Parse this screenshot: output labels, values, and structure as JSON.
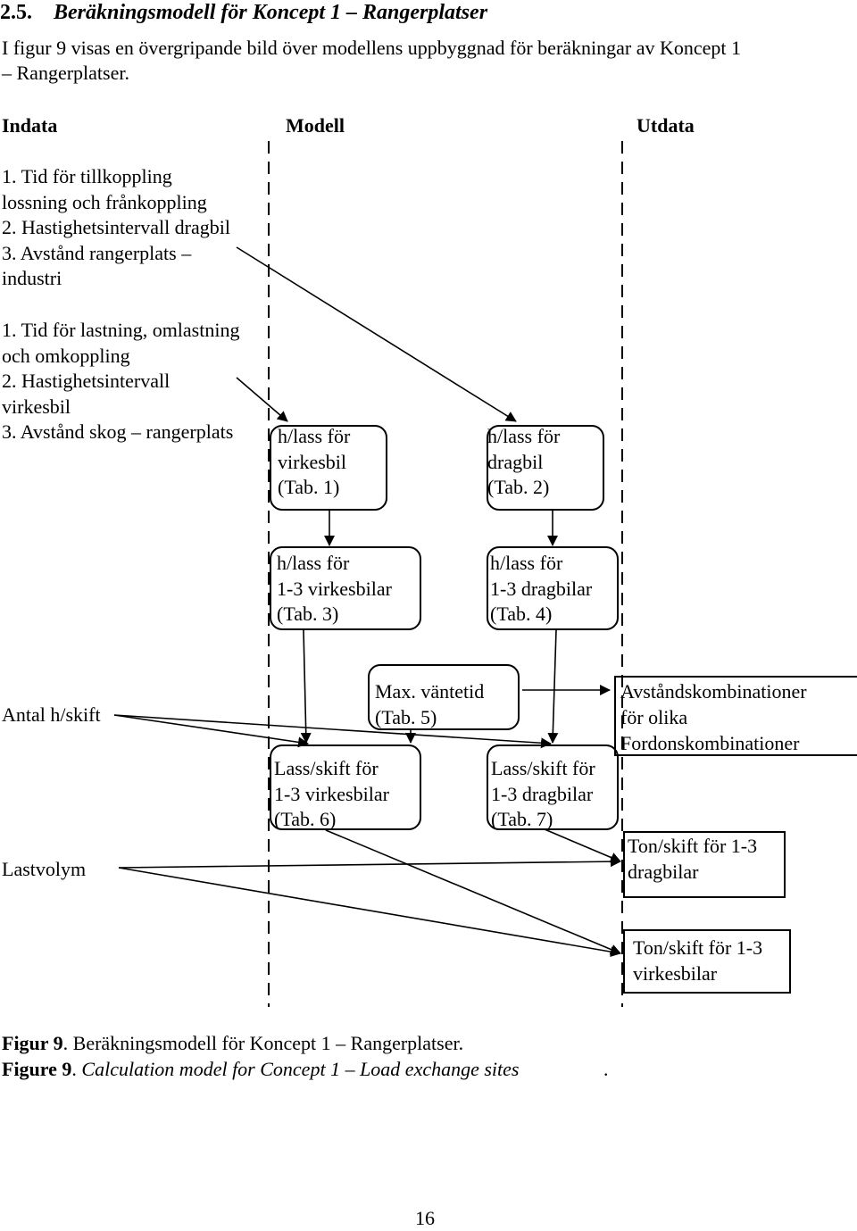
{
  "section": {
    "number": "2.5.",
    "title": "Beräkningsmodell för Koncept 1 – Rangerplatser"
  },
  "intro": "I figur 9 visas en övergripande bild över modellens uppbyggnad för beräkningar av Koncept 1\n– Rangerplatser.",
  "columns": {
    "indata": "Indata",
    "modell": "Modell",
    "utdata": "Utdata"
  },
  "inputs_group1": "1. Tid för tillkoppling\nlossning och frånkoppling\n2. Hastighetsintervall dragbil\n3. Avstånd rangerplats –\nindustri",
  "inputs_group2": "1. Tid för lastning, omlastning\noch omkoppling\n2. Hastighetsintervall\nvirkesbil\n3. Avstånd skog – rangerplats",
  "boxes": {
    "tab1": "h/lass för\nvirkesbil\n(Tab. 1)",
    "tab2": "h/lass för\ndragbil\n (Tab. 2)",
    "tab3": "h/lass för\n1-3 virkesbilar\n(Tab. 3)",
    "tab4": "h/lass för\n1-3 dragbilar\n(Tab. 4)",
    "tab5": "Max. väntetid\n(Tab. 5)",
    "tab6": "Lass/skift för\n1-3 virkesbilar\n(Tab. 6)",
    "tab7": "Lass/skift för\n1-3 dragbilar\n(Tab. 7)",
    "avstand": "Avståndskombinationer\n för olika\n Fordonskombinationer",
    "ton_dragbilar": "Ton/skift för 1-3\ndragbilar",
    "ton_virkesbilar": "Ton/skift för 1-3\nvirkesbilar"
  },
  "labels": {
    "antal": "Antal h/skift",
    "lastvolym": "Lastvolym"
  },
  "caption": {
    "sv_label": "Figur 9",
    "sv_text": ". Beräkningsmodell för Koncept 1 – Rangerplatser.",
    "en_label": "Figure 9",
    "en_text": "Calculation model for Concept 1 – Load exchange sites",
    "en_end": "."
  },
  "page_number": "16"
}
